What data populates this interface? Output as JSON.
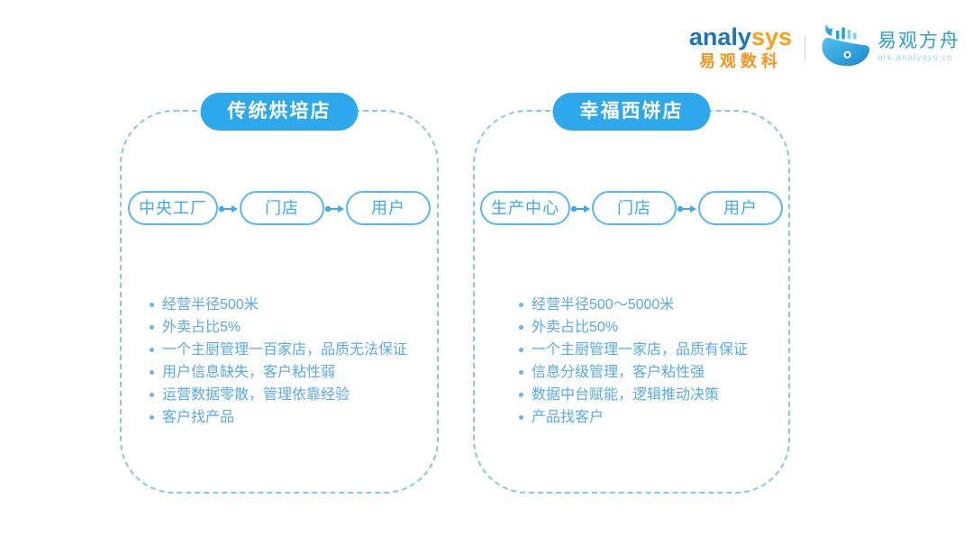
{
  "header": {
    "analysys_logo": {
      "word_blue": "analy",
      "word_orange": "sys",
      "subtitle": "易观数科"
    },
    "ark_logo": {
      "title": "易观方舟",
      "url": "ark.analysys.cn",
      "icon": "whale-barchart-icon"
    }
  },
  "cards": [
    {
      "title": "传统烘培店",
      "flow": [
        "中央工厂",
        "门店",
        "用户"
      ],
      "bullets": [
        "经营半径500米",
        "外卖占比5%",
        "一个主厨管理一百家店，品质无法保证",
        "用户信息缺失，客户粘性弱",
        "运营数据零散，管理依靠经验",
        "客户找产品"
      ]
    },
    {
      "title": "幸福西饼店",
      "flow": [
        "生产中心",
        "门店",
        "用户"
      ],
      "bullets": [
        "经营半径500～5000米",
        "外卖占比50%",
        "一个主厨管理一家店，品质有保证",
        "信息分级管理，客户粘性强",
        "数据中台赋能，逻辑推动决策",
        "产品找客户"
      ]
    }
  ],
  "colors": {
    "pill_blue": "#2da8ec",
    "node_border_blue": "#59b7f2",
    "node_text_blue": "#3fa9f0",
    "bullet_text_blue": "#58aae9",
    "dashed_border_blue": "#85c8eb",
    "connector_blue": "#3fa9f0",
    "logo_blue": "#1c75bc",
    "logo_orange": "#f7941d",
    "ark_blue": "#2b9fd9"
  }
}
